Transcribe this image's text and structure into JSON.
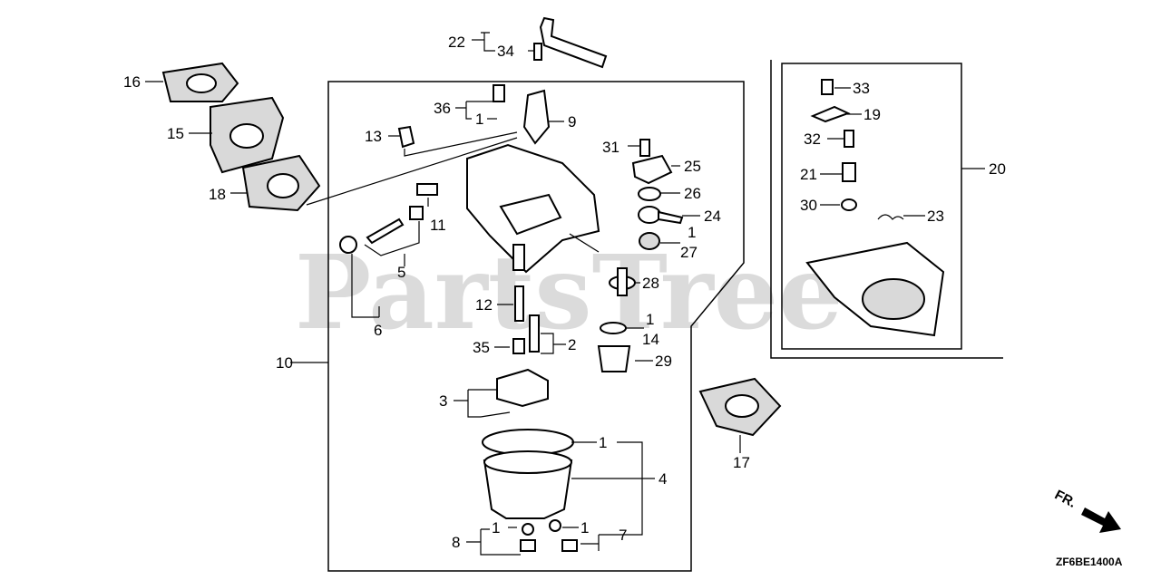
{
  "watermark": "PartsTree",
  "diagram_code": "ZF6BE1400A",
  "direction_label": "FR.",
  "callouts": {
    "c1a": "1",
    "c1b": "1",
    "c1c": "1",
    "c1d": "1",
    "c1e": "1",
    "c1f": "1",
    "c2": "2",
    "c3": "3",
    "c4": "4",
    "c5": "5",
    "c6": "6",
    "c7": "7",
    "c8": "8",
    "c9": "9",
    "c10": "10",
    "c11": "11",
    "c12": "12",
    "c13": "13",
    "c14": "14",
    "c15": "15",
    "c16": "16",
    "c17": "17",
    "c18": "18",
    "c19": "19",
    "c20": "20",
    "c21": "21",
    "c22": "22",
    "c23": "23",
    "c24": "24",
    "c25": "25",
    "c26": "26",
    "c27": "27",
    "c28": "28",
    "c29": "29",
    "c30": "30",
    "c31": "31",
    "c32": "32",
    "c33": "33",
    "c34": "34",
    "c35": "35",
    "c36": "36"
  }
}
